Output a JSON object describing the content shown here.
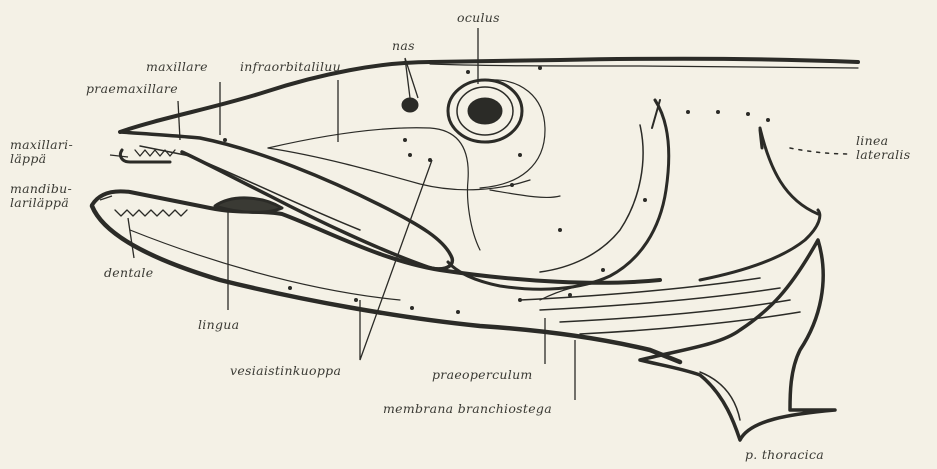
{
  "labels": {
    "oculus": "oculus",
    "nas": "nas",
    "maxillare": "maxillare",
    "infraorbitaliluu": "infraorbitaliluu",
    "praemaxillare": "praemaxillare",
    "maxillarilappa": "maxillari-\nläppä",
    "mandibularilappa": "mandibu-\nlariläppä",
    "dentale": "dentale",
    "lingua": "lingua",
    "vesiaistinkuoppa": "vesiaistinkuoppa",
    "praeoperculum": "praeoperculum",
    "membrana_branchiostega": "membrana branchiostega",
    "linea_lateralis": "linea\nlateralis",
    "p_thoracica": "p. thoracica"
  },
  "colors": {
    "paper": "#f4f1e6",
    "ink": "#2b2b27"
  }
}
